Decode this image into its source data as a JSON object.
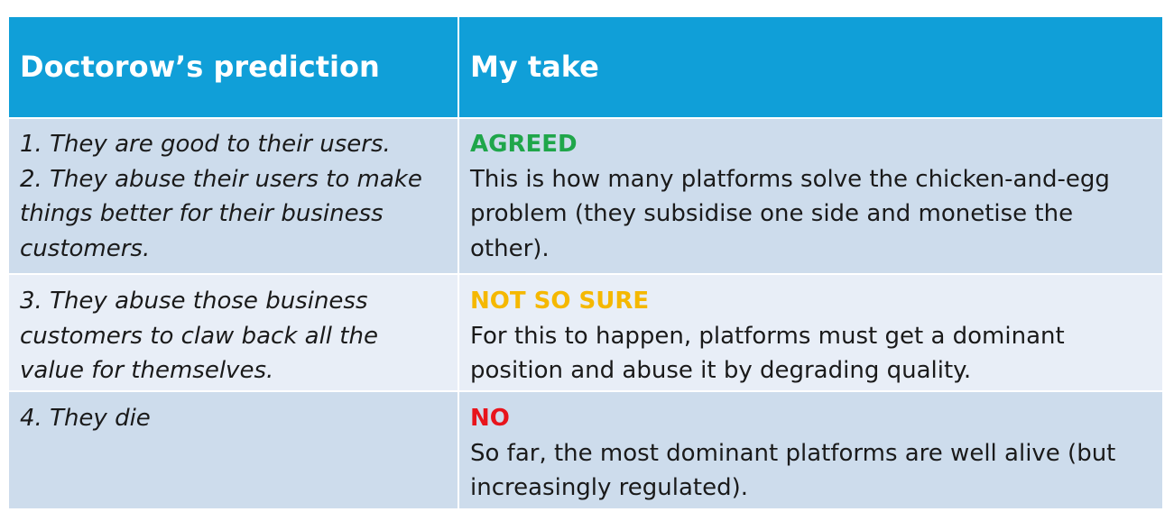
{
  "table": {
    "headers": {
      "prediction": "Doctorow’s prediction",
      "take": "My take"
    },
    "rows": [
      {
        "prediction": "1. They are good to their users.\n2. They abuse their users to make things better for their business customers.",
        "verdict": "AGREED",
        "verdict_color": "#1fa64a",
        "comment": "This is how many platforms solve the chicken-and-egg problem (they subsidise one side and monetise the other)."
      },
      {
        "prediction": "3. They abuse those business customers to claw back all the value for themselves.",
        "verdict": "NOT SO SURE",
        "verdict_color": "#f5b800",
        "comment": "For this to happen, platforms must get a dominant position and abuse it by degrading quality."
      },
      {
        "prediction": "4. They die",
        "verdict": "NO",
        "verdict_color": "#e8141c",
        "comment": "So far, the most dominant platforms are well alive (but increasingly regulated)."
      }
    ]
  },
  "colors": {
    "header_bg": "#109fd8",
    "row_dark": "#cddcec",
    "row_light": "#e8eef7"
  }
}
